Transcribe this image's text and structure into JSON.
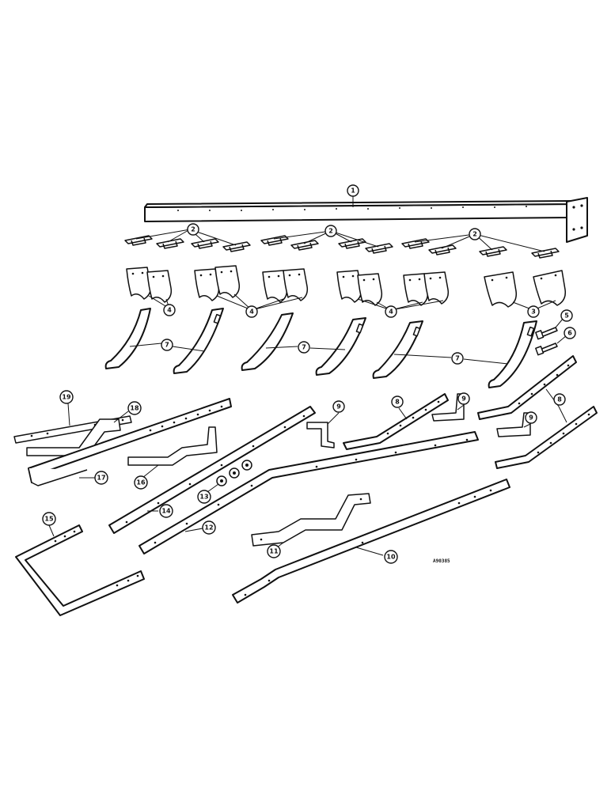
{
  "callouts": {
    "c1": "1",
    "c2a": "2",
    "c2b": "2",
    "c2c": "2",
    "c3": "3",
    "c4a": "4",
    "c4b": "4",
    "c4c": "4",
    "c5": "5",
    "c6": "6",
    "c7a": "7",
    "c7b": "7",
    "c7c": "7",
    "c8a": "8",
    "c8b": "8",
    "c9a": "9",
    "c9b": "9",
    "c9c": "9",
    "c10": "10",
    "c11": "11",
    "c12": "12",
    "c13": "13",
    "c14": "14",
    "c15": "15",
    "c16": "16",
    "c17": "17",
    "c18": "18",
    "c19": "19"
  },
  "reference_code": "A90385"
}
